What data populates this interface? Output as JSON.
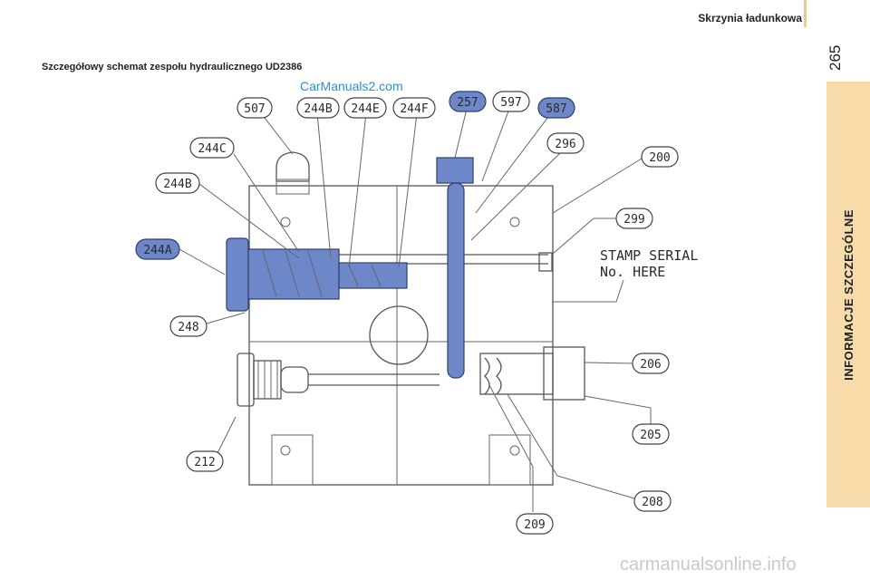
{
  "header": {
    "title": "Skrzynia ładunkowa",
    "page_number": "265"
  },
  "side_tab": {
    "label": "INFORMACJE SZCZEGÓLNE"
  },
  "section": {
    "title": "Szczegółowy schemat zespołu hydraulicznego UD2386"
  },
  "watermarks": {
    "top": "CarManuals2.com",
    "bottom": "carmanualsonline.info"
  },
  "diagram": {
    "labels": {
      "l507": "507",
      "l244b_top": "244B",
      "l244e": "244E",
      "l244f": "244F",
      "l257": "257",
      "l597": "597",
      "l587": "587",
      "l244c": "244C",
      "l296": "296",
      "l200": "200",
      "l244b_left": "244B",
      "l299": "299",
      "l244a": "244A",
      "l248": "248",
      "l206": "206",
      "l205": "205",
      "l212": "212",
      "l208": "208",
      "l209": "209"
    },
    "stamp": {
      "line1": "STAMP SERIAL",
      "line2": "No. HERE"
    }
  },
  "colors": {
    "highlight": "#6d87c9",
    "tab": "#f7dba8",
    "watermark": "#2a8fd6"
  }
}
